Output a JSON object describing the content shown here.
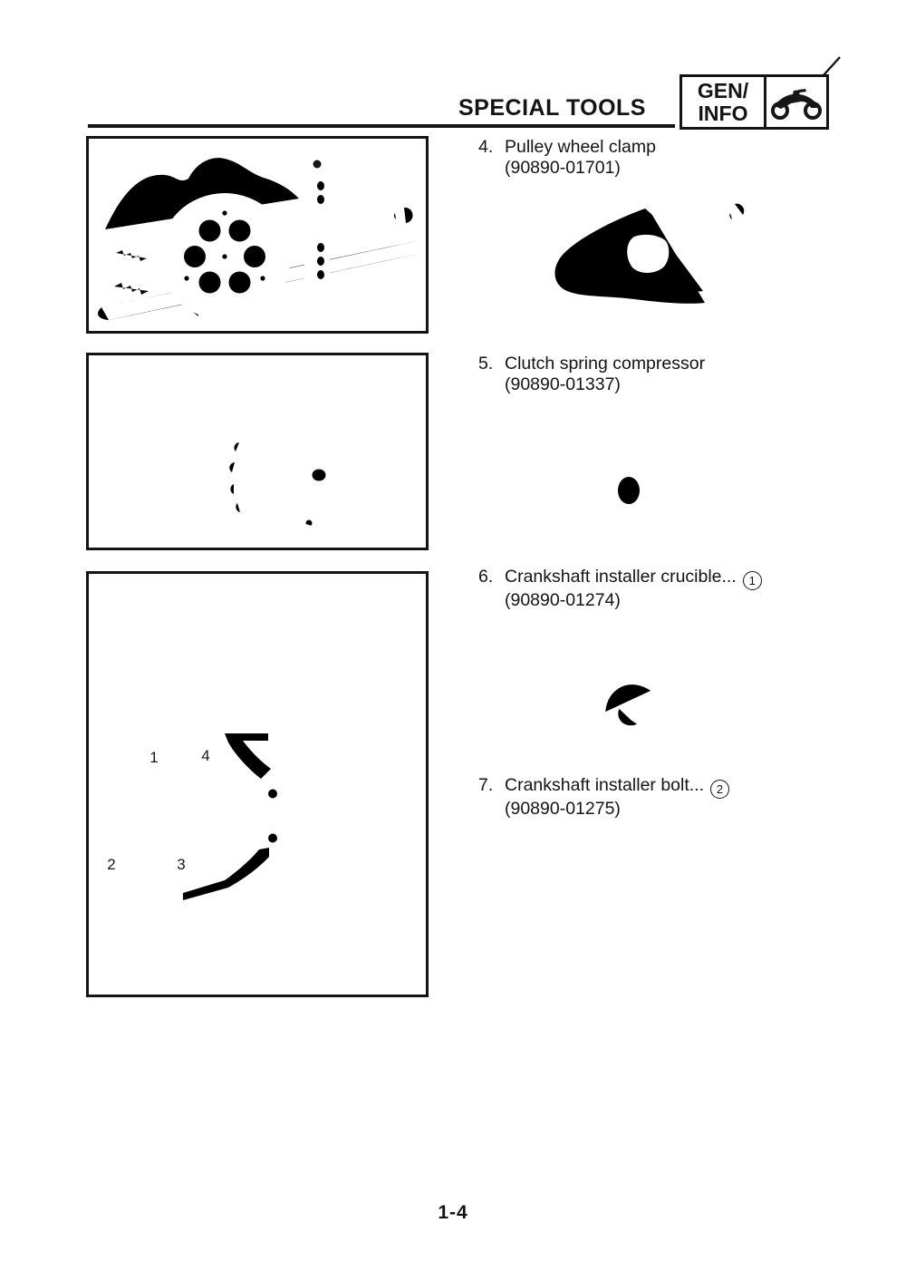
{
  "header": {
    "title": "SPECIAL TOOLS",
    "badge": {
      "line1": "GEN/",
      "line2": "INFO",
      "icon": "motorcycle-icon"
    }
  },
  "tools": [
    {
      "number": "4.",
      "name": "Pulley wheel clamp",
      "part_number": "(90890-01701)",
      "ref": ""
    },
    {
      "number": "5.",
      "name": "Clutch spring compressor",
      "part_number": "(90890-01337)",
      "ref": ""
    },
    {
      "number": "6.",
      "name": "Crankshaft installer crucible...",
      "part_number": "(90890-01274)",
      "ref": "1"
    },
    {
      "number": "7.",
      "name": "Crankshaft installer bolt...",
      "part_number": "(90890-01275)",
      "ref": "2"
    }
  ],
  "figure3": {
    "callouts": [
      "1",
      "2",
      "3",
      "4"
    ]
  },
  "footer": {
    "page_number": "1-4"
  },
  "colors": {
    "ink": "#161616",
    "paper": "#ffffff"
  }
}
